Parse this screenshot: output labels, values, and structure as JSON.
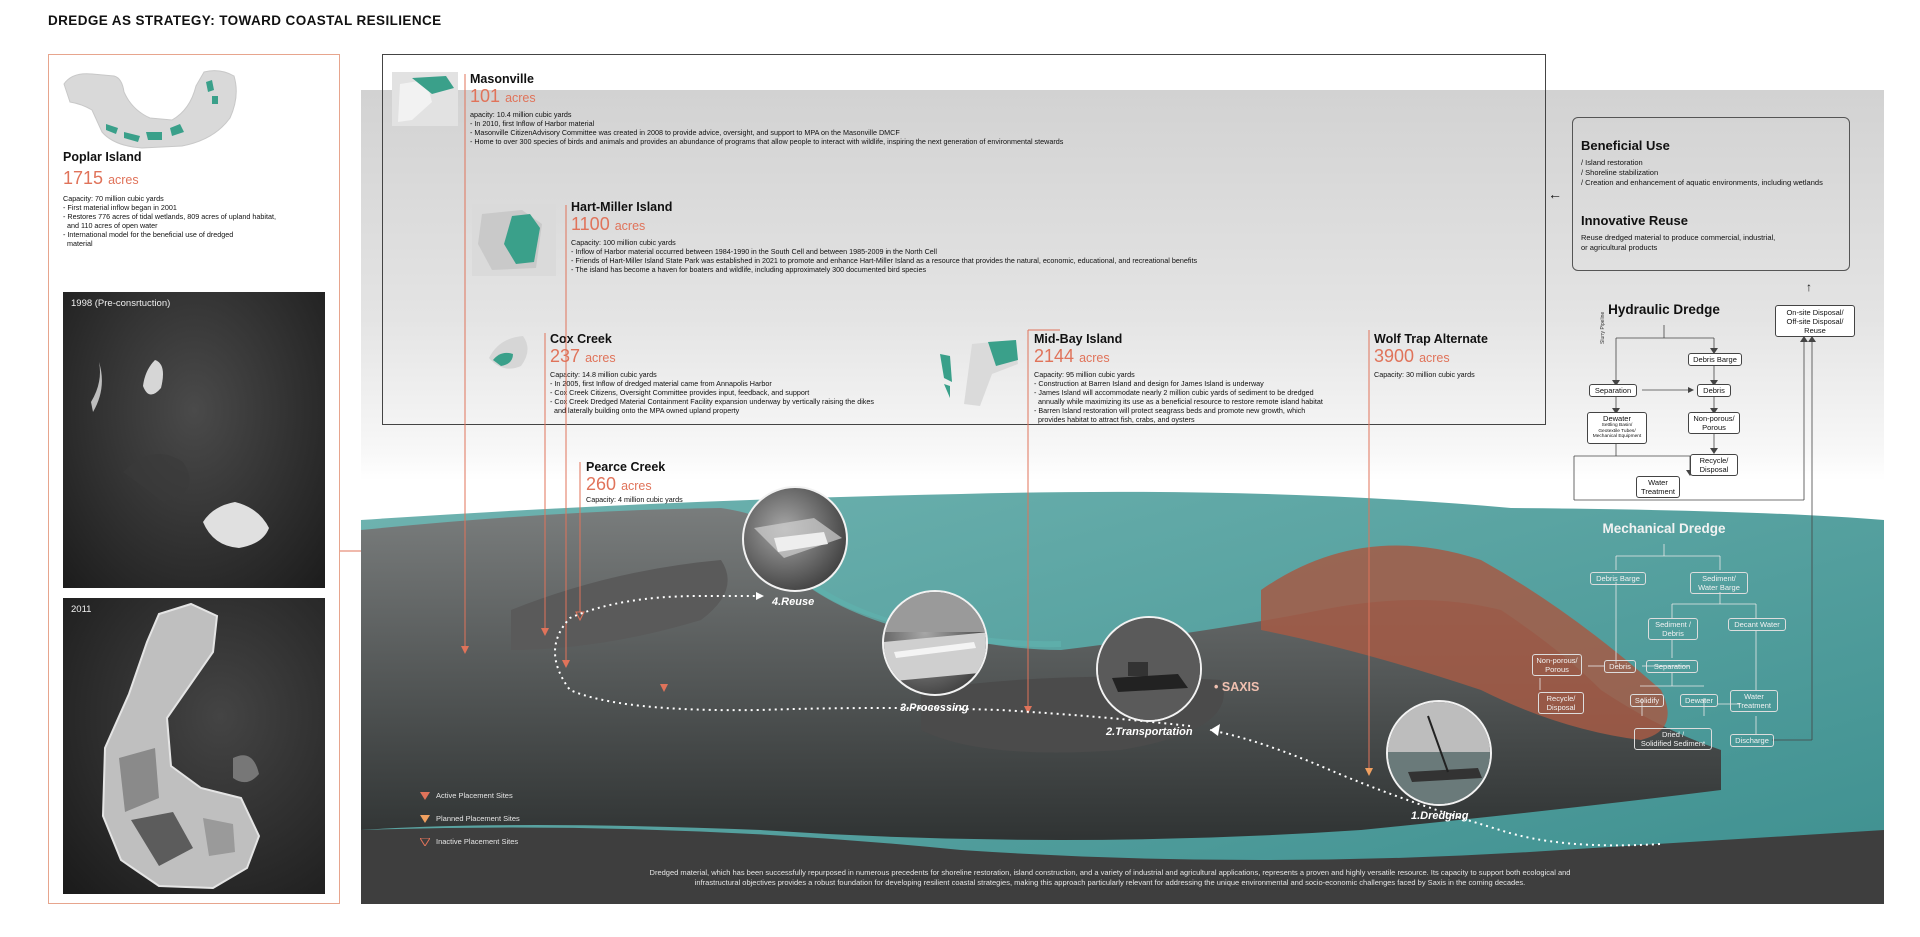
{
  "title": "DREDGE AS STRATEGY: TOWARD COASTAL RESILIENCE",
  "colors": {
    "accent": "#e0735a",
    "teal": "#3aa08a",
    "water": "#4fa3a2",
    "frame": "#e7a58d"
  },
  "poplar": {
    "name": "Poplar Island",
    "acres": "1715",
    "unit": "acres",
    "details": [
      "Capacity: 70 million cubic yards",
      "- First material inflow began in 2001",
      "- Restores 776 acres of tidal wetlands, 809 acres of upland habitat,",
      "  and 110 acres of open water",
      "- International model for the beneficial use of dredged",
      "  material"
    ]
  },
  "aerials": {
    "before": "1998 (Pre-consrtuction)",
    "after": "2011"
  },
  "sites": {
    "masonville": {
      "name": "Masonville",
      "acres": "101",
      "unit": "acres",
      "details": [
        "apacity: 10.4 million cubic yards",
        "- In 2010, first Inflow of Harbor material",
        "- Masonville CitizenAdvisory Committee was created in 2008 to provide advice, oversight, and support to MPA on the Masonville DMCF",
        "- Home to over 300 species of birds and animals and provides an abundance of programs that allow people to interact with wildlife, inspiring the next generation of environmental stewards"
      ]
    },
    "hartmiller": {
      "name": "Hart-Miller Island",
      "acres": "1100",
      "unit": "acres",
      "details": [
        "Capacity: 100 million cubic yards",
        "- Inflow of Harbor material occurred between 1984-1990 in the South Cell and between 1985-2009 in the North Cell",
        "- Friends of Hart-Miller Island State Park was established in 2021 to promote and enhance Hart-Miller Island as a resource that provides the natural, economic, educational, and recreational benefits",
        "- The island has become a haven for boaters and wildlife, including approximately 300 documented bird species"
      ]
    },
    "coxcreek": {
      "name": "Cox Creek",
      "acres": "237",
      "unit": "acres",
      "details": [
        "Capacity: 14.8 million cubic yards",
        "- In 2005, first Inflow of dredged material came from Annapolis Harbor",
        "- Cox Creek Citizens, Oversight Committee provides input, feedback, and support",
        "- Cox Creek Dredged Material Containment Facility expansion underway by vertically raising the dikes",
        "  and laterally building onto the MPA owned upland property"
      ]
    },
    "midbay": {
      "name": "Mid-Bay Island",
      "acres": "2144",
      "unit": "acres",
      "details": [
        "Capacity: 95 million cubic yards",
        "- Construction at Barren Island and design for James Island is underway",
        "- James Island will accommodate nearly 2 million cubic yards of sediment to be dredged",
        "  annually while maximizing its use as a beneficial resource to restore remote island habitat",
        "- Barren Island restoration will protect seagrass beds and promote new growth, which",
        "  provides habitat to attract fish, crabs, and oysters"
      ]
    },
    "wolftrap": {
      "name": "Wolf Trap Alternate",
      "acres": "3900",
      "unit": "acres",
      "details": [
        "Capacity: 30 million cubic yards"
      ]
    },
    "pearce": {
      "name": "Pearce Creek",
      "acres": "260",
      "unit": "acres",
      "details": [
        "Capacity: 4 million cubic yards"
      ]
    }
  },
  "steps": {
    "reuse": "4.Reuse",
    "processing": "3.Processing",
    "transportation": "2.Transportation",
    "dredging": "1.Dredging"
  },
  "saxis": "SAXIS",
  "legend": {
    "active": "Active Placement Sites",
    "planned": "Planned Placement Sites",
    "inactive": "Inactive Placement Sites"
  },
  "footer": [
    "Dredged material, which has been successfully repurposed in numerous precedents for shoreline restoration, island construction, and a variety of industrial and agricultural applications, represents a proven and highly versatile resource. Its capacity to support both ecological and",
    "infrastructural objectives provides a robust foundation for developing resilient coastal strategies, making this approach particularly relevant for addressing the unique environmental and socio-economic challenges faced by Saxis in the coming decades."
  ],
  "beneficial": {
    "title": "Beneficial Use",
    "items": [
      "/ Island restoration",
      "/ Shoreline stabilization",
      "/ Creation and enhancement of aquatic environments, including wetlands"
    ]
  },
  "innovative": {
    "title": "Innovative Reuse",
    "items": [
      "Reuse dredged material to produce commercial, industrial,",
      "or agricultural products"
    ]
  },
  "arrow_left": "←",
  "arrow_up": "↑",
  "offsite": [
    "On-site Disposal/",
    "Off-site Disposal/",
    "Reuse"
  ],
  "hydraulic": {
    "title": "Hydraulic Dredge",
    "slurry": "Slurry Pipeline",
    "separation": "Separation",
    "debris_barge": "Debris Barge",
    "debris": "Debris",
    "dewater": "Dewater",
    "dewater_sub": [
      "Settling Basin/",
      "Geotextile Tubes/",
      "Mechanical Equipment"
    ],
    "nonporous": [
      "Non-porous/",
      "Porous"
    ],
    "recycle": [
      "Recycle/",
      "Disposal"
    ],
    "water_treatment": [
      "Water",
      "Treatment"
    ]
  },
  "mechanical": {
    "title": "Mechanical Dredge",
    "debris_barge": "Debris Barge",
    "sediment_barge": [
      "Sediment/",
      "Water Barge"
    ],
    "sediment_debris": [
      "Sediment /",
      "Debris"
    ],
    "decant": "Decant Water",
    "nonporous": [
      "Non-porous/",
      "Porous"
    ],
    "debris": "Debris",
    "separation": "Separation",
    "recycle": [
      "Recycle/",
      "Disposal"
    ],
    "solidify": "Solidify",
    "dewater": "Dewater",
    "water_treatment": [
      "Water",
      "Treatment"
    ],
    "dried": [
      "Dried /",
      "Solidified Sediment"
    ],
    "discharge": "Discharge"
  }
}
